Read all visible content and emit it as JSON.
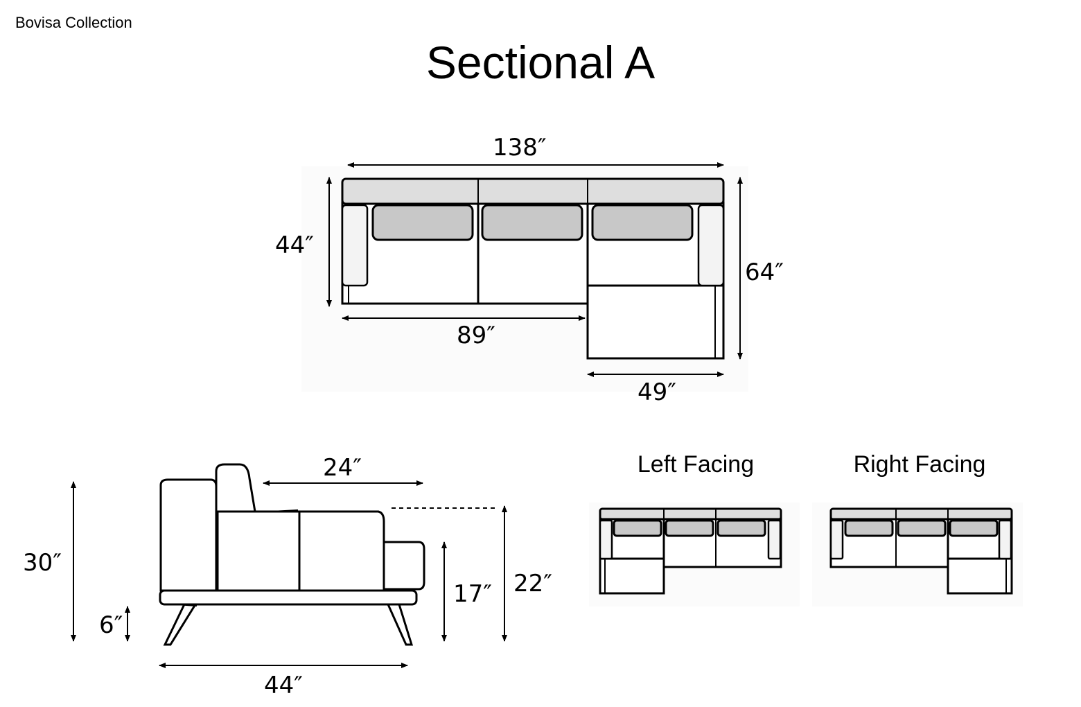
{
  "header": {
    "collection": "Bovisa Collection",
    "title": "Sectional A"
  },
  "top_view": {
    "width_overall": "138″",
    "depth_sofa": "44″",
    "depth_overall": "64″",
    "sofa_width": "89″",
    "chaise_width": "49″"
  },
  "side_view": {
    "height_overall": "30″",
    "leg_height": "6″",
    "seat_depth": "24″",
    "seat_height": "17″",
    "arm_height": "22″",
    "depth": "44″"
  },
  "configurations": {
    "left_label": "Left Facing",
    "right_label": "Right Facing"
  }
}
